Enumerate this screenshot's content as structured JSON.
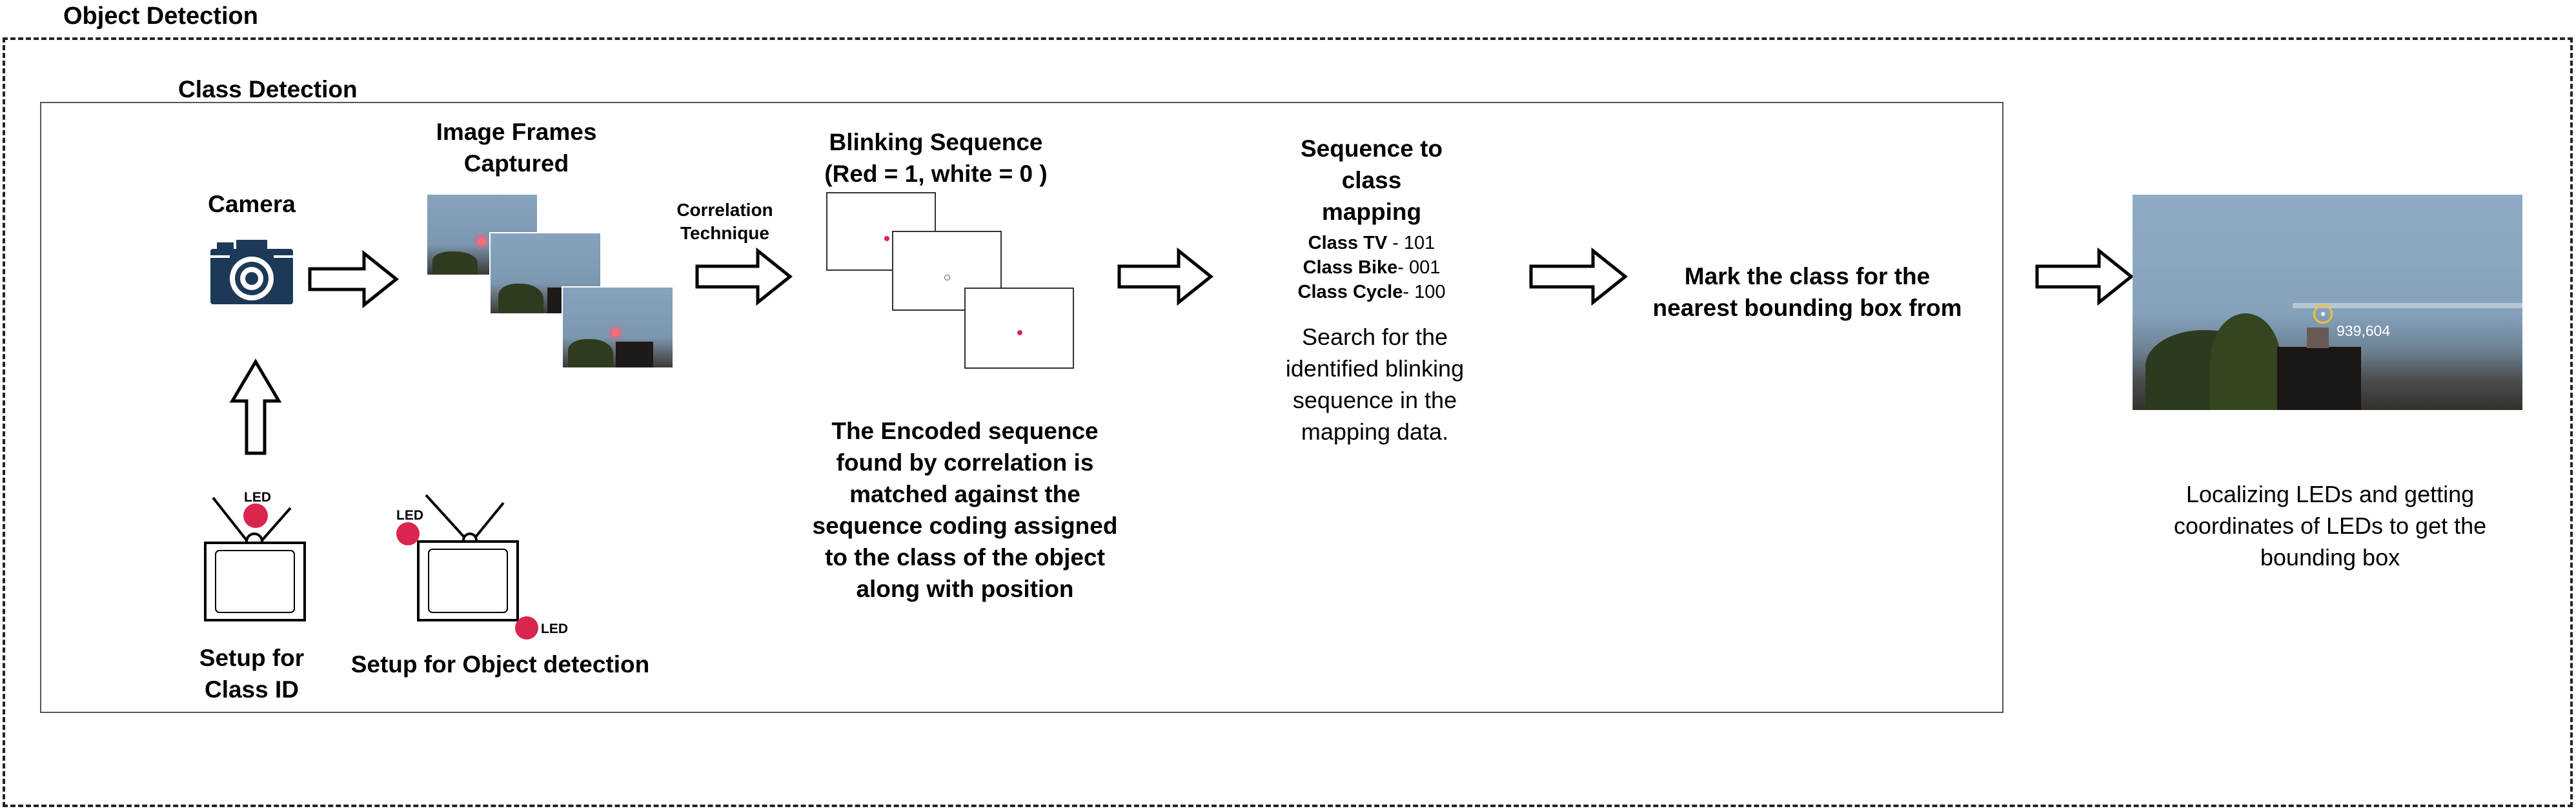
{
  "outer_section": {
    "title": "Object Detection"
  },
  "inner_section": {
    "title": "Class Detection"
  },
  "camera": {
    "label": "Camera",
    "icon": "camera-icon"
  },
  "frames": {
    "label": "Image Frames\nCaptured"
  },
  "correlation": {
    "label": "Correlation\nTechnique"
  },
  "blinking": {
    "label": "Blinking Sequence\n(Red = 1, white = 0 )",
    "description": "The Encoded sequence\nfound by correlation is\nmatched against the\nsequence coding assigned\nto the class of the object\nalong with position"
  },
  "mapping": {
    "label": "Sequence to\nclass\nmapping",
    "entries": [
      {
        "name": "Class TV",
        "code": " - 101"
      },
      {
        "name": "Class Bike",
        "code": "- 001"
      },
      {
        "name": "Class Cycle",
        "code": "- 100"
      }
    ],
    "description": "Search for the\nidentified blinking\nsequence in the\nmapping data."
  },
  "mark": {
    "label": "Mark the class for the\nnearest bounding box from"
  },
  "localize": {
    "coordinate": "939,604",
    "description": "Localizing LEDs and getting\ncoordinates of  LEDs to get the\nbounding box"
  },
  "setup_class": {
    "label": "Setup for\nClass ID",
    "led": "LED"
  },
  "setup_object": {
    "label": "Setup for Object detection",
    "led_top": "LED",
    "led_bottom": "LED"
  },
  "colors": {
    "led_red": "#d9254f",
    "camera_navy": "#1c3a57",
    "ring_yellow": "#f2c230"
  }
}
